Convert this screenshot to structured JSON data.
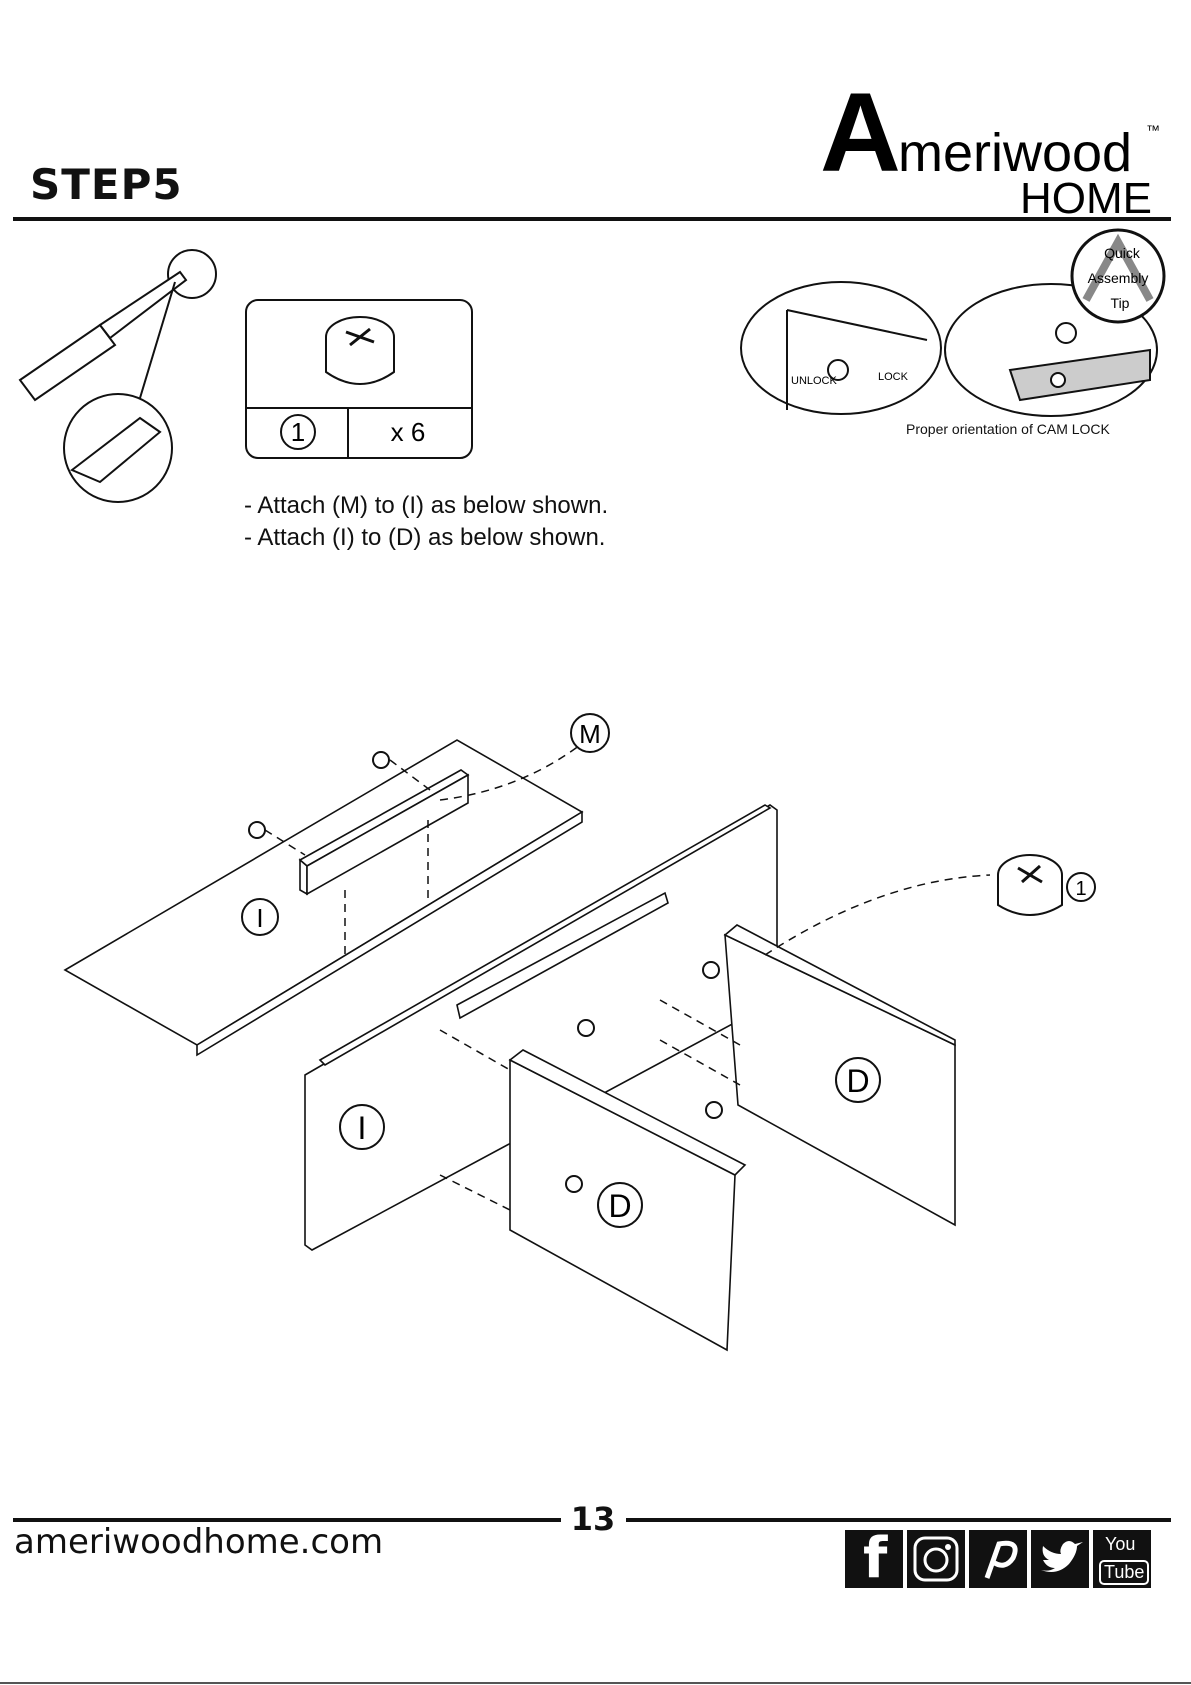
{
  "header": {
    "step_title": "STEP5",
    "brand": {
      "name": "meriwood",
      "initial": "A",
      "sub": "HOME",
      "tm": "™"
    }
  },
  "parts_box": {
    "part_label": "1",
    "quantity": "x 6"
  },
  "instructions": [
    "- Attach (M) to (I) as below shown.",
    "- Attach (I) to (D) as below shown."
  ],
  "tip": {
    "badge": [
      "Quick",
      "Assembly",
      "Tip"
    ],
    "unlock": "UNLOCK",
    "lock": "LOCK",
    "caption": "Proper orientation of CAM LOCK"
  },
  "diagram_labels": {
    "m": "M",
    "i_top": "I",
    "i_front": "I",
    "d_right": "D",
    "d_front": "D",
    "cam": "1"
  },
  "footer": {
    "page_number": "13",
    "website": "ameriwoodhome.com",
    "social": {
      "facebook": "f",
      "youtube_top": "You",
      "youtube_bottom": "Tube"
    }
  }
}
